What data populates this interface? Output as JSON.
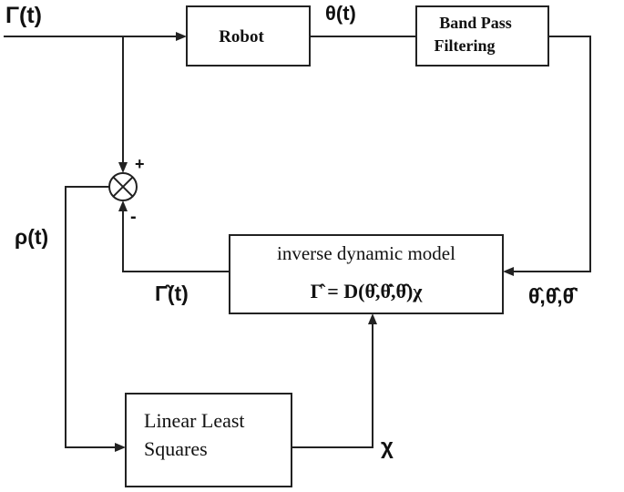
{
  "blocks": {
    "robot": "Robot",
    "band_pass_line1": "Band Pass",
    "band_pass_line2": "Filtering",
    "inverse_model_title": "inverse dynamic model",
    "inverse_model_equation": "Γ̂ = D(θ̂,θ̂̇,θ̂̈)χ",
    "least_squares_line1": "Linear Least",
    "least_squares_line2": "Squares"
  },
  "signals": {
    "input_torque": "Γ(t)",
    "joint_angle": "θ(t)",
    "filtered_states": "θ̂,θ̂̇,θ̂̈",
    "estimated_torque": "Γ̂(t)",
    "error": "ρ(t)",
    "parameters": "χ"
  },
  "summing_junction": {
    "plus": "+",
    "minus": "-"
  }
}
